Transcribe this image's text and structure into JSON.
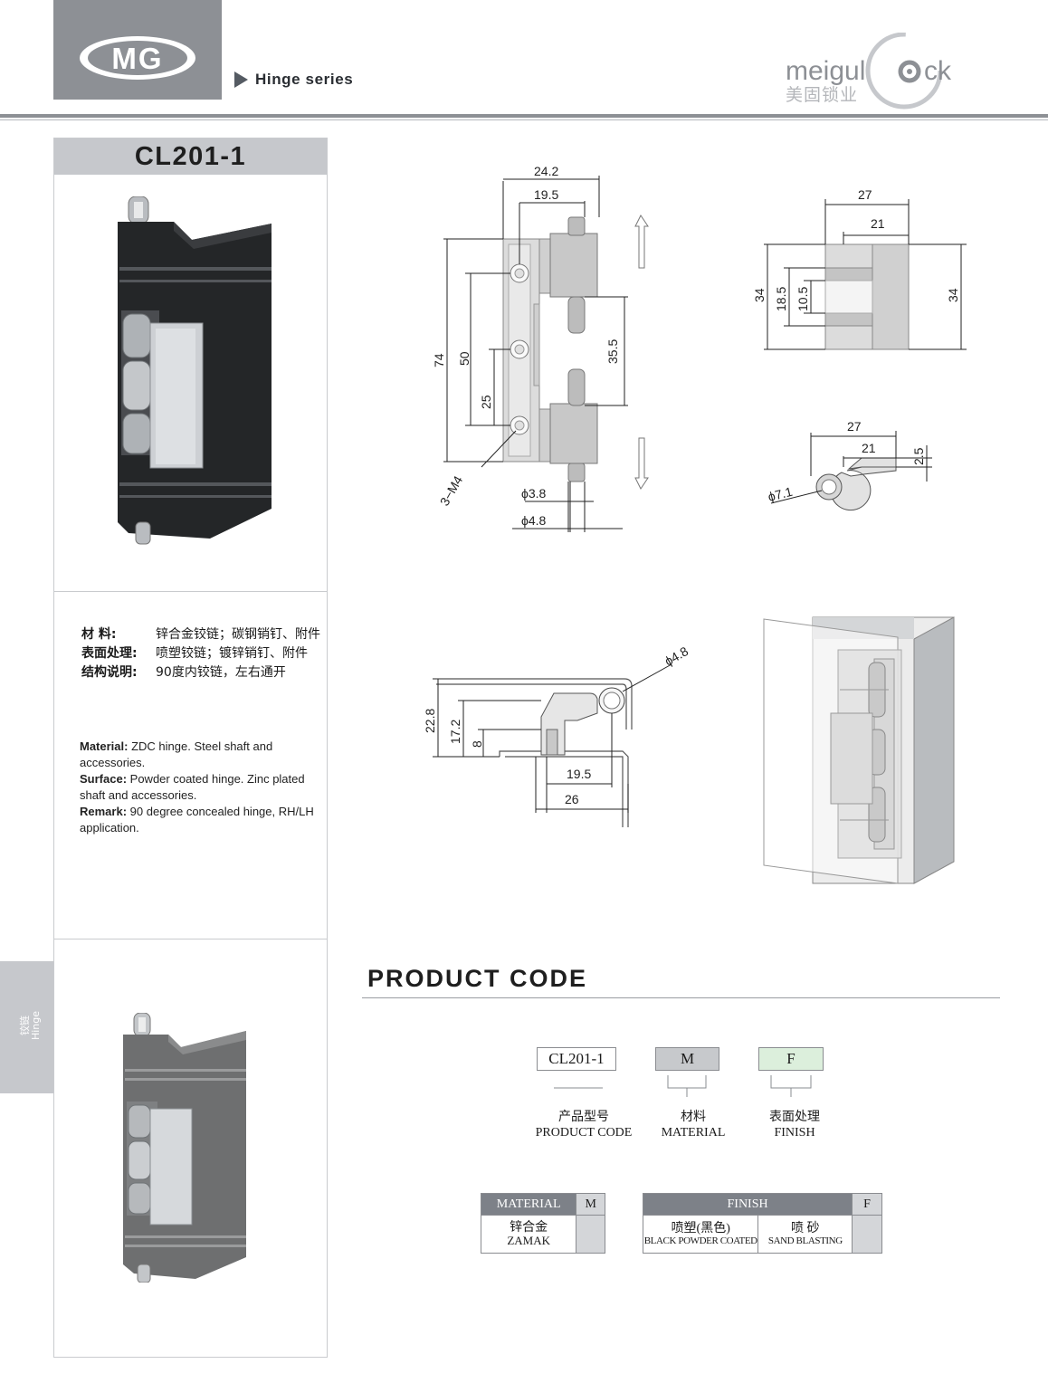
{
  "header": {
    "logo_text": "MG",
    "series_label": "Hinge series",
    "brand_name": "meigulock",
    "brand_name_parts": [
      "meigul",
      "ck"
    ],
    "brand_cn": "美固锁业"
  },
  "model": "CL201-1",
  "specs_cn": [
    {
      "key": "材 料:",
      "value": "锌合金铰链；碳钢销钉、附件"
    },
    {
      "key": "表面处理:",
      "value": "喷塑铰链；镀锌销钉、附件"
    },
    {
      "key": "结构说明:",
      "value": "90度内铰链，左右通开"
    }
  ],
  "specs_en": [
    {
      "key": "Material:",
      "value": "ZDC hinge. Steel shaft and accessories."
    },
    {
      "key": "Surface:",
      "value": "Powder coated hinge. Zinc plated shaft and accessories."
    },
    {
      "key": "Remark:",
      "value": "90 degree concealed hinge, RH/LH application."
    }
  ],
  "side_tab": {
    "cn": "铰链",
    "en": "Hinge"
  },
  "dimensions": {
    "front": {
      "w_outer": "24.2",
      "w_inner": "19.5",
      "h_total": "74",
      "h_holes": "50",
      "h_half": "25",
      "gap": "35.5",
      "holes": "3−M4",
      "pin_small": "ϕ3.8",
      "pin_large": "ϕ4.8"
    },
    "side": {
      "w_outer": "27",
      "w_inner": "21",
      "h_left": "34",
      "h_mid": "18.5",
      "h_inner": "10.5",
      "h_right": "34"
    },
    "profile": {
      "w_outer": "27",
      "w_inner": "21",
      "thk": "2.5",
      "eye": "ϕ7.1"
    },
    "mounted": {
      "pin": "ϕ4.8",
      "h_outer": "22.8",
      "h_mid": "17.2",
      "h_low": "8",
      "w_inner": "19.5",
      "w_outer": "26"
    }
  },
  "product_code": {
    "title": "PRODUCT CODE",
    "boxes": [
      {
        "code": "CL201-1",
        "cn": "产品型号",
        "en": "PRODUCT CODE"
      },
      {
        "code": "M",
        "cn": "材料",
        "en": "MATERIAL"
      },
      {
        "code": "F",
        "cn": "表面处理",
        "en": "FINISH"
      }
    ],
    "colors": {
      "material_box": "#c7c9cc",
      "finish_box": "#dcefdc"
    }
  },
  "material_table": {
    "header": "MATERIAL",
    "code": "M",
    "cn": "锌合金",
    "en": "ZAMAK"
  },
  "finish_table": {
    "header": "FINISH",
    "code": "F",
    "options": [
      {
        "cn": "喷塑(黑色)",
        "en": "BLACK POWDER COATED"
      },
      {
        "cn": "喷 砂",
        "en": "SAND BLASTING"
      }
    ]
  }
}
